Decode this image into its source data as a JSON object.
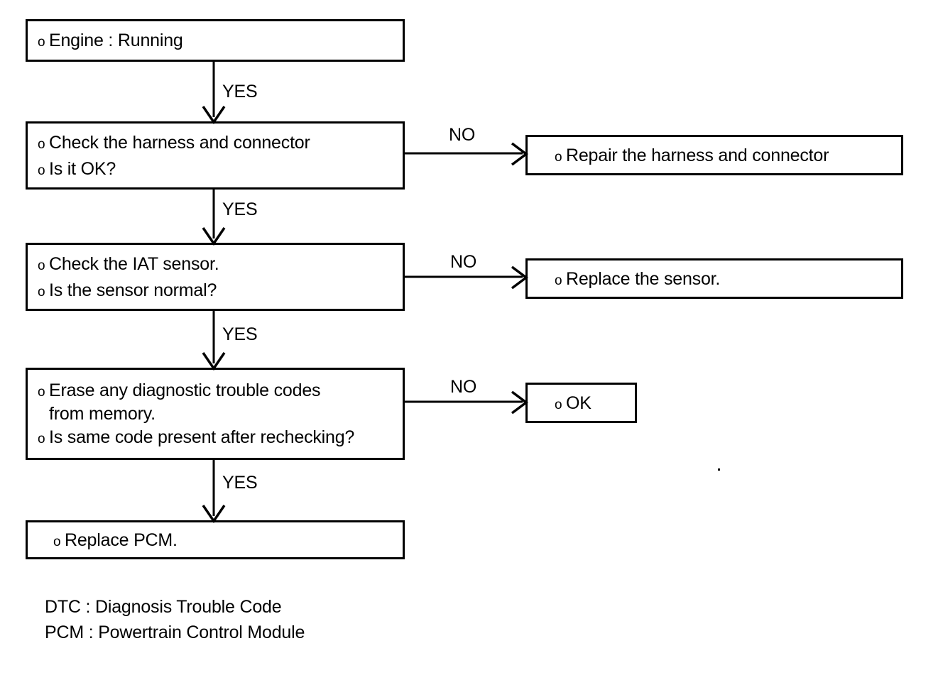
{
  "diagram": {
    "type": "flowchart",
    "title": "",
    "bullet_glyph": "o",
    "line_color": "#000000",
    "background": "#ffffff",
    "nodes": [
      {
        "id": "engine-running",
        "lines": [
          {
            "bullet": "o",
            "text": "Engine : Running"
          }
        ]
      },
      {
        "id": "check-harness",
        "lines": [
          {
            "bullet": "o",
            "text": "Check the harness and connector"
          },
          {
            "bullet": "o",
            "text": "Is it OK?"
          }
        ]
      },
      {
        "id": "repair-harness",
        "lines": [
          {
            "bullet": "o",
            "text": "Repair the harness and connector"
          }
        ]
      },
      {
        "id": "check-iat-sensor",
        "lines": [
          {
            "bullet": "o",
            "text": "Check the IAT sensor."
          },
          {
            "bullet": "o",
            "text": "Is the sensor normal?"
          }
        ]
      },
      {
        "id": "replace-sensor",
        "lines": [
          {
            "bullet": "o",
            "text": "Replace the sensor."
          }
        ]
      },
      {
        "id": "erase-codes",
        "lines": [
          {
            "bullet": "o",
            "text": "Erase any diagnostic trouble codes"
          },
          {
            "bullet": "",
            "text": "from memory."
          },
          {
            "bullet": "o",
            "text": "Is same code present after rechecking?"
          }
        ]
      },
      {
        "id": "ok",
        "lines": [
          {
            "bullet": "o",
            "text": "OK"
          }
        ]
      },
      {
        "id": "replace-pcm",
        "lines": [
          {
            "bullet": "o",
            "text": "Replace PCM."
          }
        ]
      }
    ],
    "edges": [
      {
        "id": "engine-to-harness",
        "label": "YES",
        "direction": "down"
      },
      {
        "id": "harness-to-repair",
        "label": "NO",
        "direction": "right"
      },
      {
        "id": "harness-to-iat",
        "label": "YES",
        "direction": "down"
      },
      {
        "id": "iat-to-replace-sensor",
        "label": "NO",
        "direction": "right"
      },
      {
        "id": "iat-to-erase",
        "label": "YES",
        "direction": "down"
      },
      {
        "id": "erase-to-ok",
        "label": "NO",
        "direction": "right"
      },
      {
        "id": "erase-to-pcm",
        "label": "YES",
        "direction": "down"
      }
    ],
    "legend": [
      "DTC : Diagnosis Trouble Code",
      "PCM : Powertrain Control Module"
    ]
  }
}
